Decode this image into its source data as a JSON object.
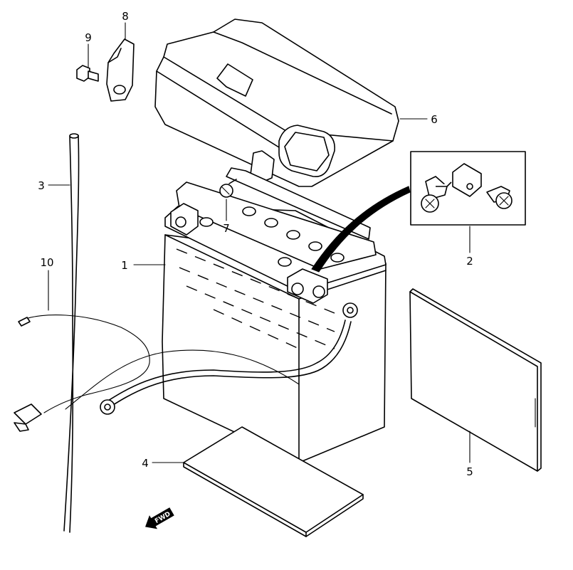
{
  "callouts": [
    {
      "id": "1",
      "text": "1"
    },
    {
      "id": "2",
      "text": "2"
    },
    {
      "id": "3",
      "text": "3"
    },
    {
      "id": "4",
      "text": "4"
    },
    {
      "id": "5",
      "text": "5"
    },
    {
      "id": "6",
      "text": "6"
    },
    {
      "id": "7",
      "text": "7"
    },
    {
      "id": "8",
      "text": "8"
    },
    {
      "id": "9",
      "text": "9"
    },
    {
      "id": "10",
      "text": "10"
    }
  ],
  "direction_indicator": {
    "text": "FWD"
  }
}
